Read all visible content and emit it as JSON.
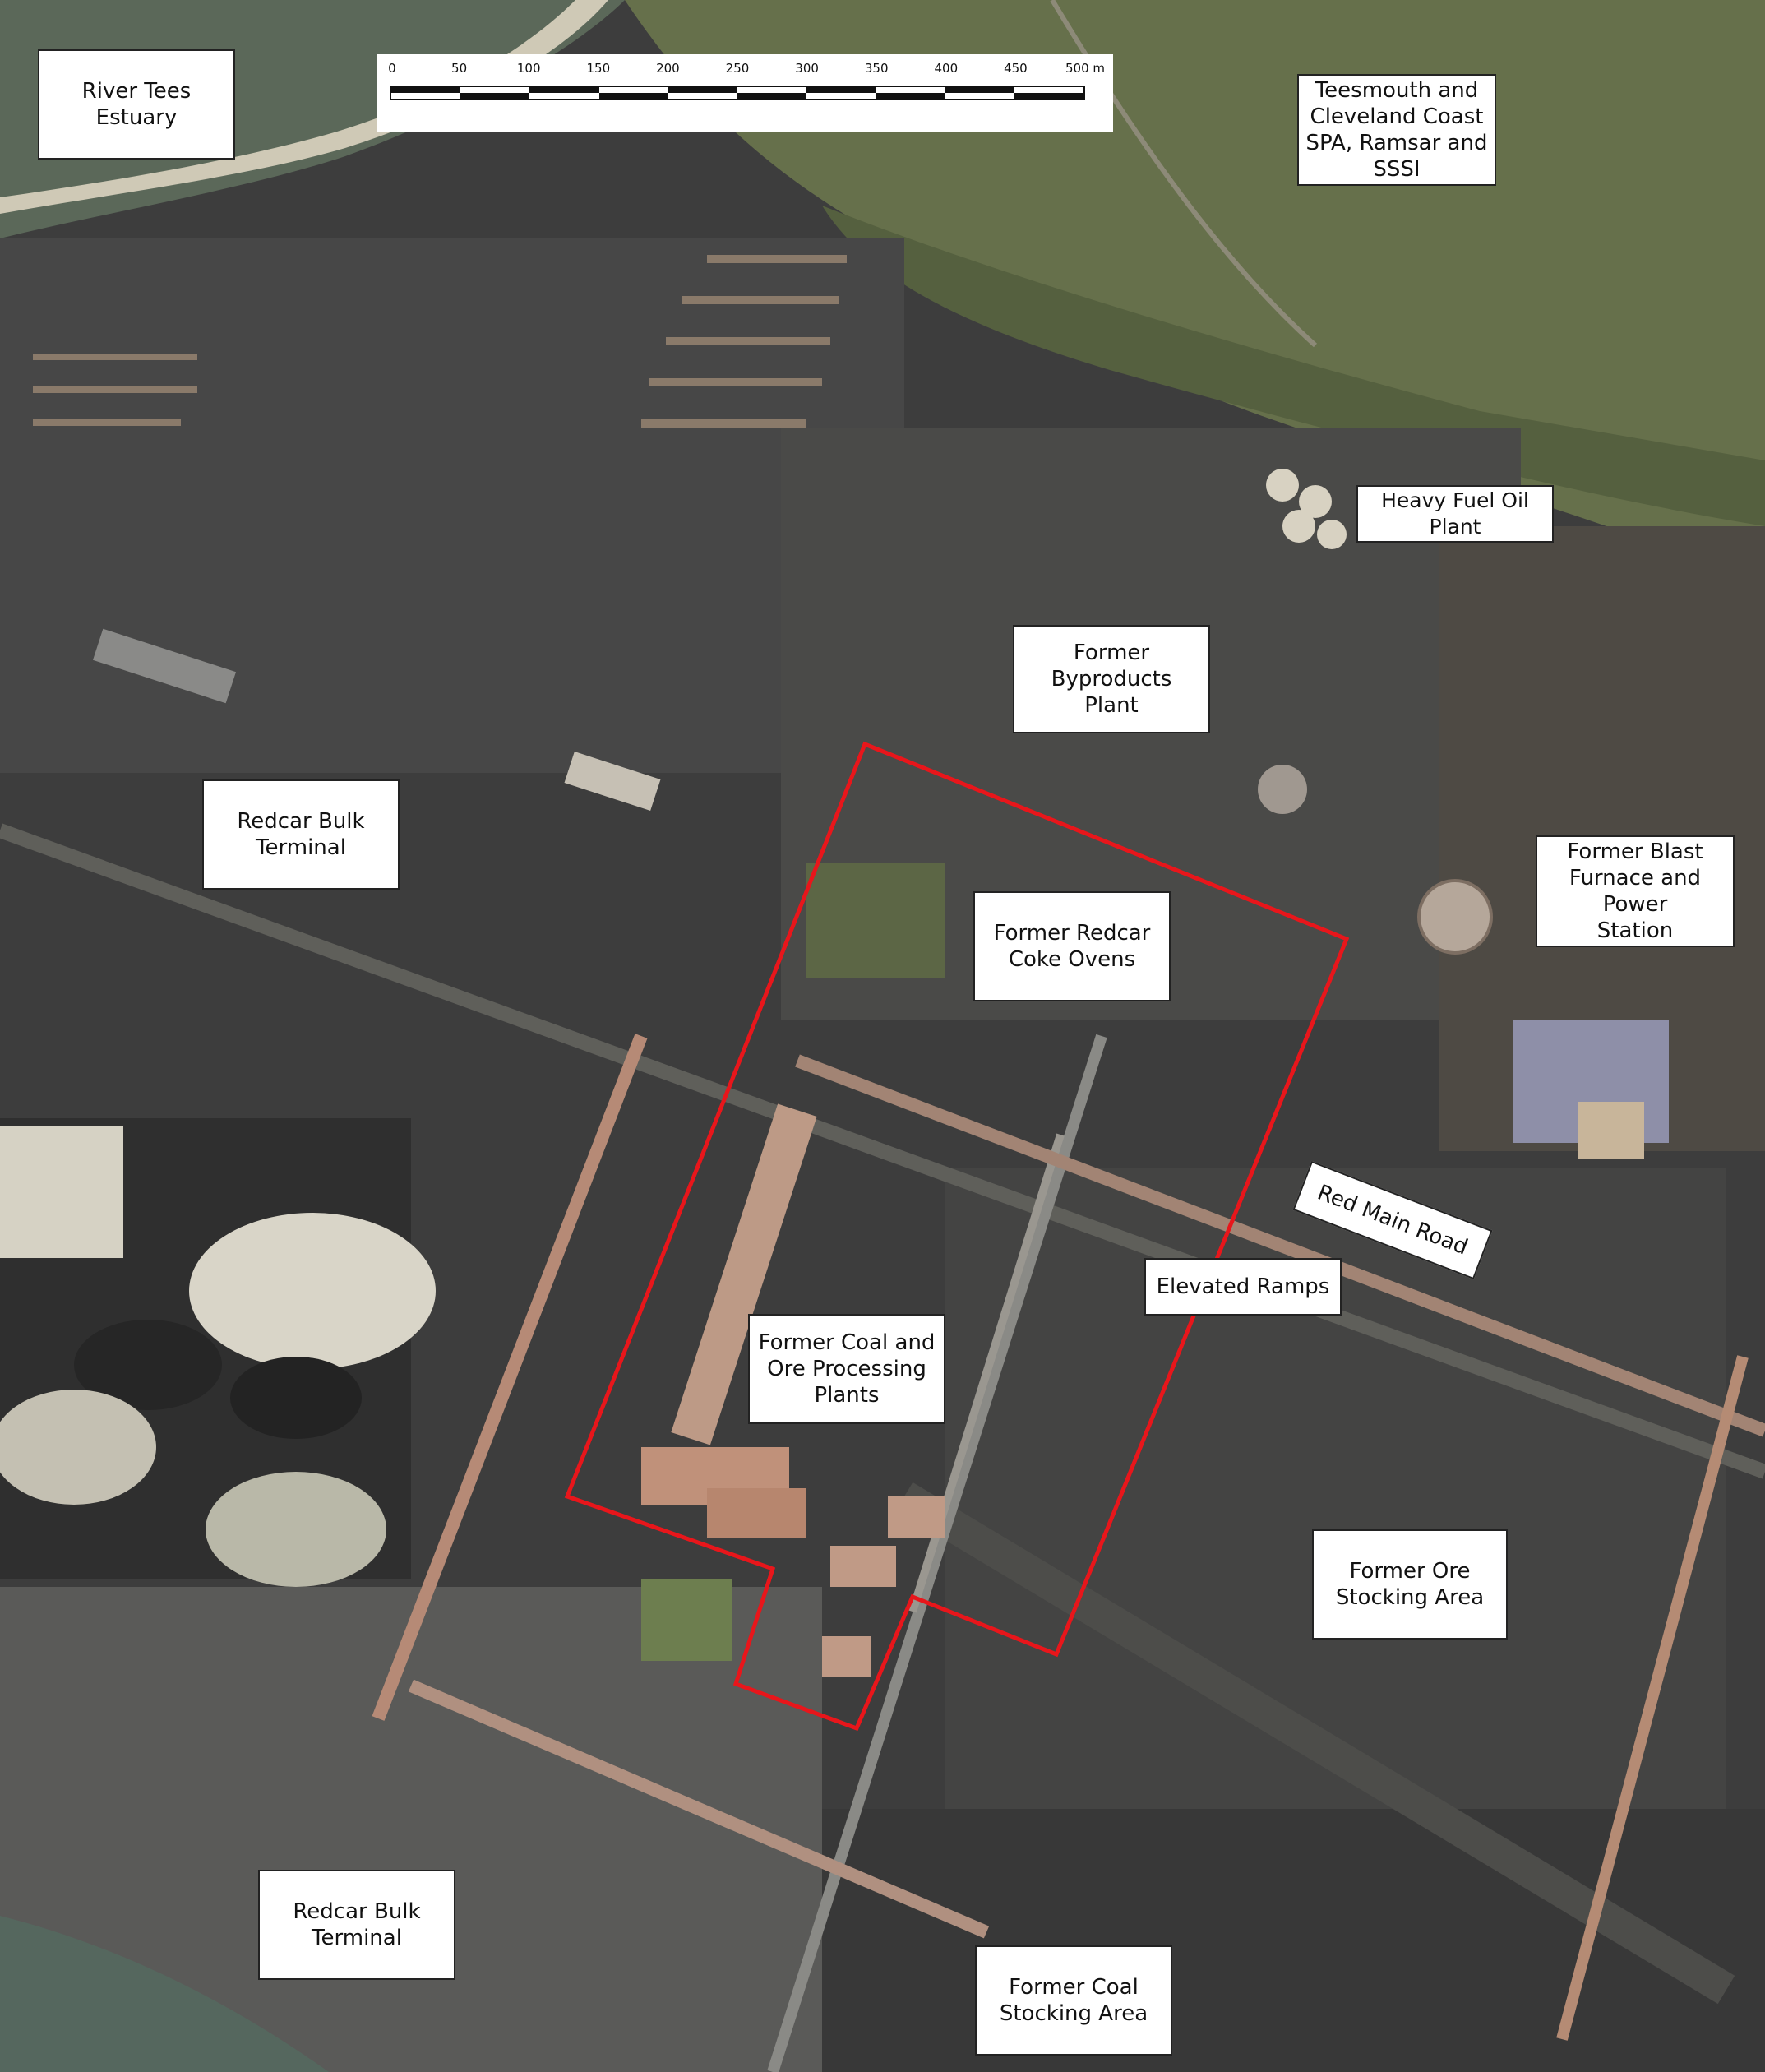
{
  "map": {
    "colors": {
      "site_boundary": "#e8161b",
      "label_bg": "#ffffff",
      "label_border": "#222222",
      "ground_dark": "#3a3a3a",
      "vegetation": "#5e6a44",
      "water": "#5a6a5c",
      "sand": "#d8d4c4",
      "rust_building": "#b88a78"
    },
    "scale_bar": {
      "labels": [
        "0",
        "50",
        "100",
        "150",
        "200",
        "250",
        "300",
        "350",
        "400",
        "450",
        "500 m"
      ]
    },
    "labels": [
      {
        "id": "river-tees-estuary",
        "text": "River Tees Estuary"
      },
      {
        "id": "teesmouth",
        "text": "Teesmouth and\nCleveland Coast\nSPA, Ramsar and\nSSSI"
      },
      {
        "id": "heavy-fuel-oil-plant",
        "text": "Heavy Fuel Oil Plant"
      },
      {
        "id": "former-byproducts-plant",
        "text": "Former Byproducts\nPlant"
      },
      {
        "id": "redcar-bulk-terminal-north",
        "text": "Redcar Bulk\nTerminal"
      },
      {
        "id": "former-redcar-coke-ovens",
        "text": "Former Redcar\nCoke Ovens"
      },
      {
        "id": "former-blast-furnace",
        "text": "Former Blast\nFurnace and Power\nStation"
      },
      {
        "id": "red-main-road",
        "text": "Red Main Road"
      },
      {
        "id": "elevated-ramps",
        "text": "Elevated Ramps"
      },
      {
        "id": "former-coal-ore-processing",
        "text": "Former Coal and\nOre Processing\nPlants"
      },
      {
        "id": "former-ore-stocking-area",
        "text": "Former Ore\nStocking Area"
      },
      {
        "id": "redcar-bulk-terminal-south",
        "text": "Redcar Bulk\nTerminal"
      },
      {
        "id": "former-coal-stocking-area",
        "text": "Former Coal\nStocking Area"
      }
    ]
  }
}
